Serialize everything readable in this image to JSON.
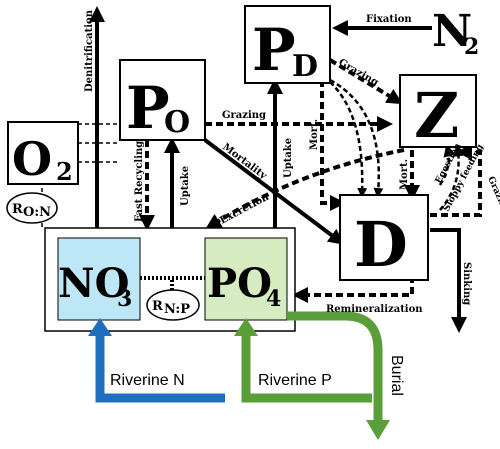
{
  "boxes": {
    "o2": {
      "main": "O",
      "sub": "2"
    },
    "po": {
      "main": "P",
      "sub": "O"
    },
    "pd": {
      "main": "P",
      "sub": "D"
    },
    "z": {
      "main": "Z"
    },
    "d": {
      "main": "D"
    },
    "no3": {
      "main": "NO",
      "sub": "3",
      "color": "#bde6f6"
    },
    "po4": {
      "main": "PO",
      "sub": "4",
      "color": "#d6ebc0"
    }
  },
  "n2": {
    "main": "N",
    "sub": "2"
  },
  "ratios": {
    "roN": {
      "main": "R",
      "sub": "O:N"
    },
    "rnP": {
      "main": "R",
      "sub": "N:P"
    }
  },
  "labels": {
    "fixation": "Fixation",
    "denitrification": "Denitrification",
    "grazing_po": "Grazing",
    "grazing_pd": "Grazing",
    "grazing_d": "Grazing",
    "fast_recycling": "Fast Recycling",
    "uptake_po": "Uptake",
    "mortality": "Mortality",
    "excretion_po": "Excretion",
    "uptake_pd": "Uptake",
    "mort_pd": "Mort.",
    "mort_z": "Mort.",
    "egestion": "Egestion",
    "sloppy_feeding": "Sloppy feeding",
    "sinking": "Sinking",
    "remineralization": "Remineralization",
    "burial": "Burial",
    "riverine_n": "Riverine N",
    "riverine_p": "Riverine P"
  },
  "colors": {
    "riverine_n": "#1f6fbf",
    "riverine_p": "#5a9e3a"
  }
}
